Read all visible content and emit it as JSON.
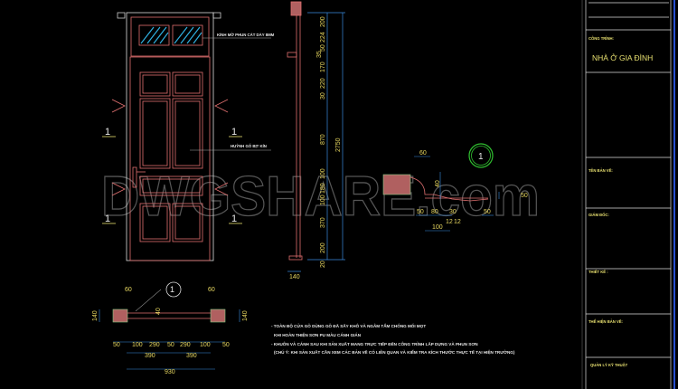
{
  "watermark": "DWGSHARE.com",
  "colors": {
    "background": "#000000",
    "door": "#e07070",
    "dimension": "#3a8ce0",
    "dim_text": "#e8d860",
    "title_block": "#e8e070",
    "glass": "#30b0e0"
  },
  "elevation": {
    "glass_label": "KÍNH MỜ PHUN CÁT DÀY 8MM",
    "panel_label": "HUỲNH GỖ BỊT KÍN",
    "section_marks": [
      "1",
      "1",
      "1",
      "1"
    ]
  },
  "side_section": {
    "dims": [
      "200",
      "224",
      "50",
      "35",
      "170",
      "220",
      "30",
      "870",
      "100",
      "180",
      "100",
      "370",
      "200",
      "20"
    ],
    "total": "2750",
    "width": "140"
  },
  "plan_section": {
    "callout": "1",
    "top_dims": [
      "60",
      "60"
    ],
    "side_dims": [
      "140",
      "140"
    ],
    "thickness": "40",
    "row1": [
      "50",
      "100",
      "290",
      "50",
      "290",
      "100",
      "50"
    ],
    "row2": [
      "390",
      "390"
    ],
    "total": "930"
  },
  "detail": {
    "callout": "1",
    "dims": [
      "60",
      "40",
      "50",
      "80",
      "30",
      "12",
      "12",
      "50",
      "100",
      "50"
    ]
  },
  "notes": [
    "- TOÀN BỘ CỬA GỖ DÙNG GỖ ĐÃ SẤY KHÔ VÀ NGÂM TẨM CHỐNG MỐI MỌT",
    "KHI HOÀN THIỆN SƠN PU MÀU CÁNH GIÁN",
    "- KHUÔN VÀ CÁNH SAU KHI SẢN XUẤT MANG TRỰC TIẾP ĐẾN CÔNG TRÌNH LẮP DỰNG VÀ PHUN SƠN",
    "(CHÚ Ý: KHI SẢN XUẤT CẦN XEM CÁC BẢN VẼ CÓ LIÊN QUAN VÀ KIỂM TRA KÍCH THƯỚC THỰC TẾ TẠI HIỆN TRƯỜNG)"
  ],
  "title_block": {
    "project_label": "CÔNG TRÌNH:",
    "project_name": "NHÀ Ở GIA ĐÌNH",
    "drawing_name_label": "TÊN BẢN VẼ:",
    "director_label": "GIÁM ĐỐC:",
    "designer_label": "THIẾT KẾ :",
    "drafter_label": "THỂ HIỆN BẢN VẼ:",
    "tech_manager_label": "QUẢN LÝ KỸ THUẬT"
  }
}
